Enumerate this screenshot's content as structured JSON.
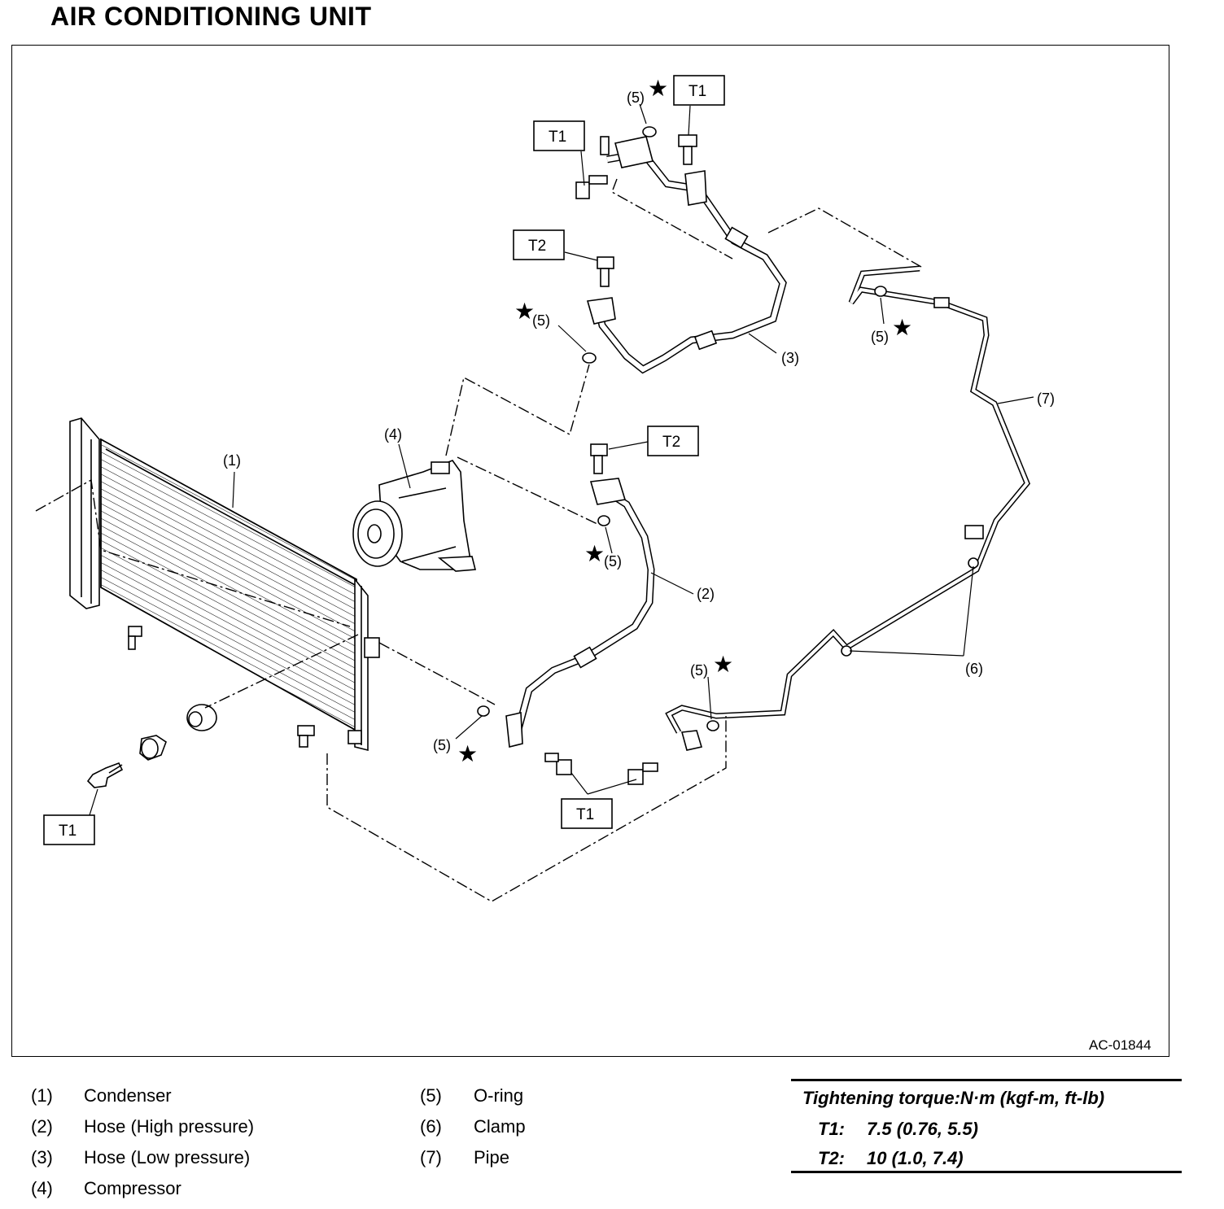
{
  "title": "AIR CONDITIONING UNIT",
  "figure_code": "AC-01844",
  "callouts": {
    "n1": "(1)",
    "n2": "(2)",
    "n3": "(3)",
    "n4": "(4)",
    "n5": "(5)",
    "n6": "(6)",
    "n7": "(7)",
    "t1": "T1",
    "t2": "T2",
    "star": "★"
  },
  "legend": [
    {
      "num": "(1)",
      "name": "Condenser"
    },
    {
      "num": "(2)",
      "name": "Hose (High pressure)"
    },
    {
      "num": "(3)",
      "name": "Hose (Low pressure)"
    },
    {
      "num": "(4)",
      "name": "Compressor"
    },
    {
      "num": "(5)",
      "name": "O-ring"
    },
    {
      "num": "(6)",
      "name": "Clamp"
    },
    {
      "num": "(7)",
      "name": "Pipe"
    }
  ],
  "torque": {
    "heading": "Tightening torque:N·m (kgf-m, ft-lb)",
    "rows": [
      {
        "key": "T1:",
        "value": "7.5 (0.76, 5.5)"
      },
      {
        "key": "T2:",
        "value": "10 (1.0, 7.4)"
      }
    ]
  }
}
